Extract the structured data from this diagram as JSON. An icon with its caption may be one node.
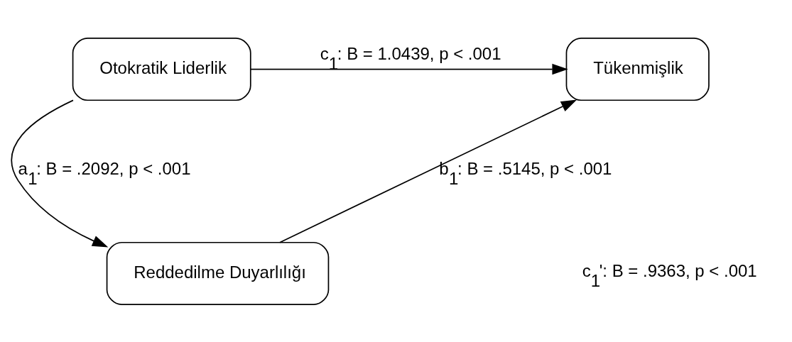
{
  "diagram": {
    "nodes": [
      {
        "text": [
          "Otokratik Liderlik"
        ]
      },
      {
        "text": [
          "Reddedilme Duyarlılığı"
        ]
      },
      {
        "text": [
          "Tükenmişlik"
        ]
      }
    ],
    "edges": [
      {
        "from": 0,
        "to": 1,
        "arrow": "to",
        "label": "a$_{1}$: B = .2092, p < .001"
      },
      {
        "from": 1,
        "to": 2,
        "arrow": "to",
        "label": "b$_{1}$: B = .5145, p < .001"
      },
      {
        "from": 0,
        "to": 2,
        "arrow": "to",
        "label": "c$_{1}$: B = 1.0439, p < .001"
      }
    ],
    "labels": [
      "c$_{1}$': B = .9363, p < .001"
    ]
  }
}
